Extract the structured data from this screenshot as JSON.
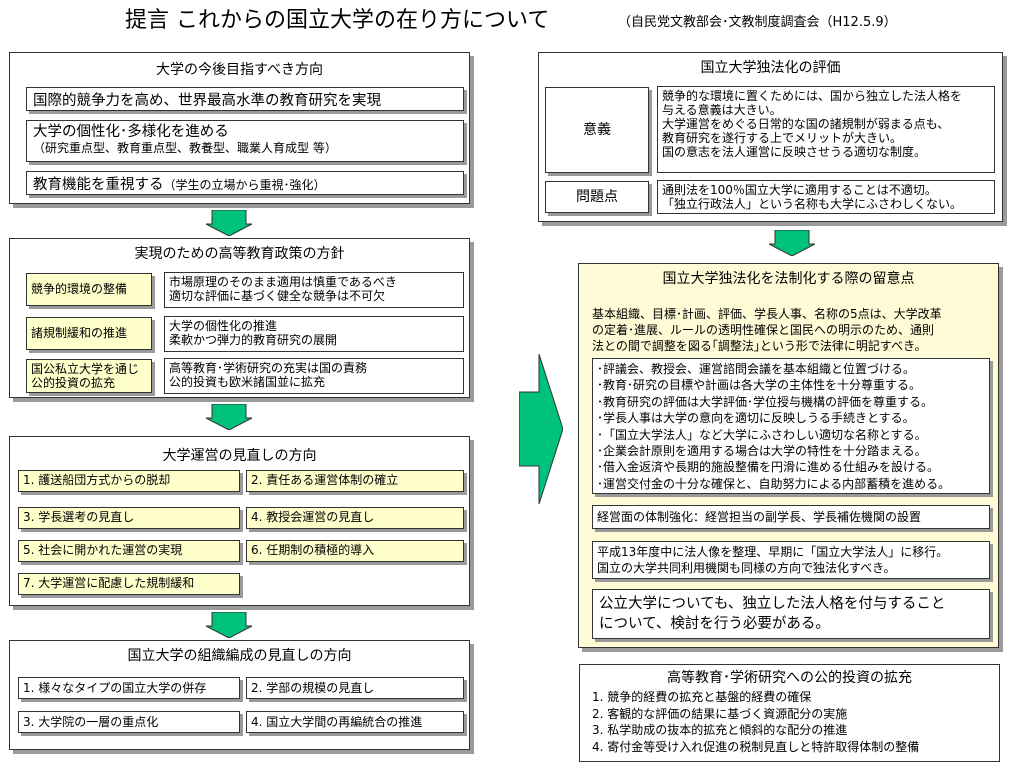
{
  "header": {
    "title": "提言 これからの国立大学の在り方について",
    "subtitle": "（自民党文教部会･文教制度調査会（H12.5.9）"
  },
  "direction": {
    "title": "大学の今後目指すべき方向",
    "item1": "国際的競争力を高め、世界最高水準の教育研究を実現",
    "item2": "大学の個性化･多様化を進める",
    "item2_sub": "（研究重点型、教育重点型、教養型、職業人育成型 等）",
    "item3": "教育機能を重視する",
    "item3_sub": "（学生の立場から重視･強化）"
  },
  "policy": {
    "title": "実現のための高等教育政策の方針",
    "rows": [
      {
        "label": "競争的環境の整備",
        "lines": [
          "市場原理のそのまま適用は慎重であるべき",
          "適切な評価に基づく健全な競争は不可欠"
        ]
      },
      {
        "label": "諸規制緩和の推進",
        "lines": [
          "大学の個性化の推進",
          "柔軟かつ弾力的教育研究の展開"
        ]
      },
      {
        "label": "国公私立大学を通じ公的投資の拡充",
        "lines": [
          "高等教育･学術研究の充実は国の責務",
          "公的投資も欧米諸国並に拡充"
        ]
      }
    ]
  },
  "management": {
    "title": "大学運営の見直しの方向",
    "items": [
      "1. 護送船団方式からの脱却",
      "2. 責任ある運営体制の確立",
      "3. 学長選考の見直し",
      "4. 教授会運営の見直し",
      "5. 社会に開かれた運営の実現",
      "6. 任期制の積極的導入",
      "7. 大学運営に配慮した規制緩和"
    ]
  },
  "organization": {
    "title": "国立大学の組織編成の見直しの方向",
    "items": [
      "1. 様々なタイプの国立大学の併存",
      "2. 学部の規模の見直し",
      "3. 大学院の一層の重点化",
      "4. 国立大学間の再編統合の推進"
    ]
  },
  "evaluation": {
    "title": "国立大学独法化の評価",
    "significance_label": "意義",
    "significance_lines": [
      "競争的な環境に置くためには、国から独立した法人格を",
      "与える意義は大きい。",
      "大学運営をめぐる日常的な国の諸規制が弱まる点も、",
      "教育研究を遂行する上でメリットが大きい。",
      "国の意志を法人運営に反映させうる適切な制度。"
    ],
    "problem_label": "問題点",
    "problem_lines": [
      "通則法を100％国立大学に適用することは不適切。",
      "「独立行政法人」という名称も大学にふさわしくない。"
    ]
  },
  "legislation": {
    "title": "国立大学独法化を法制化する際の留意点",
    "intro": [
      "基本組織、目標･計画、評価、学長人事、名称の5点は、大学改革",
      "の定着･進展、ルールの透明性確保と国民への明示のため、通則",
      "法との間で調整を図る｢調整法｣という形で法律に明記すべき。"
    ],
    "bullets": [
      "･評議会、教授会、運営諮問会議を基本組織と位置づける。",
      "･教育･研究の目標や計画は各大学の主体性を十分尊重する。",
      "･教育研究の評価は大学評価･学位授与機構の評価を尊重する。",
      "･学長人事は大学の意向を適切に反映しうる手続きとする。",
      "･「国立大学法人」など大学にふさわしい適切な名称とする。",
      "･企業会計原則を適用する場合は大学の特性を十分踏まえる。",
      "･借入金返済や長期的施設整備を円滑に進める仕組みを設ける。",
      "･運営交付金の十分な確保と、自助努力による内部蓄積を進める。"
    ],
    "governance": "経営面の体制強化：経営担当の副学長、学長補佐機関の設置",
    "schedule": [
      "平成13年度中に法人像を整理、早期に「国立大学法人」に移行。",
      "国立の大学共同利用機関も同様の方向で独法化すべき。"
    ],
    "public": [
      "公立大学についても、独立した法人格を付与すること",
      "について、検討を行う必要がある。"
    ]
  },
  "investment": {
    "title": "高等教育･学術研究への公的投資の拡充",
    "items": [
      "1. 競争的経費の拡充と基盤的経費の確保",
      "2. 客観的な評価の結果に基づく資源配分の実施",
      "3. 私学助成の抜本的拡充と傾斜的な配分の推進",
      "4. 寄付金等受け入れ促進の税制見直しと特許取得体制の整備"
    ]
  },
  "colors": {
    "arrow": "#00c27a",
    "yellow": "#ffffcc",
    "shadow": "#9a9a9a"
  }
}
